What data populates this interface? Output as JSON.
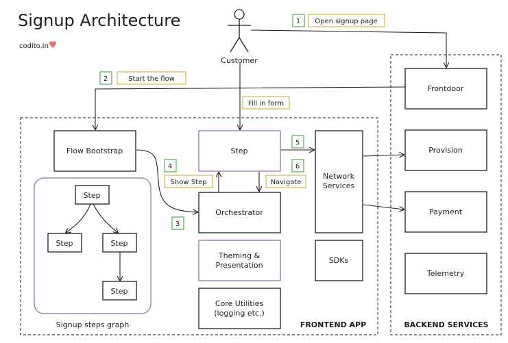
{
  "title": "Signup Architecture",
  "brand": {
    "text": "codito.in",
    "heart_color": "#e57373"
  },
  "actor": {
    "label": "Customer",
    "icon": "stick-figure-icon"
  },
  "colors": {
    "step_number": "#4caf50",
    "step_label": "#d4b04a",
    "purple": "#9a6fb8"
  },
  "steps": [
    {
      "num": "1",
      "label": "Open signup page"
    },
    {
      "num": "2",
      "label": "Start the flow"
    },
    {
      "num": "3",
      "label": ""
    },
    {
      "num": "4",
      "label": "Show Step"
    },
    {
      "num": "5",
      "label": ""
    },
    {
      "num": "6",
      "label": "Navigate"
    }
  ],
  "fill_form_label": "Fill in form",
  "frontend": {
    "label": "FRONTEND APP",
    "flow_bootstrap": "Flow Bootstrap",
    "step": "Step",
    "orchestrator": "Orchestrator",
    "theming": [
      "Theming &",
      "Presentation"
    ],
    "core": [
      "Core Utilities",
      "(logging etc.)"
    ],
    "network": [
      "Network",
      "Services"
    ],
    "sdks": "SDKs",
    "graph": {
      "label": "Signup steps graph",
      "nodes": [
        "Step",
        "Step",
        "Step",
        "Step"
      ]
    }
  },
  "backend": {
    "label": "BACKEND SERVICES",
    "services": [
      "Frontdoor",
      "Provision",
      "Payment",
      "Telemetry"
    ]
  }
}
